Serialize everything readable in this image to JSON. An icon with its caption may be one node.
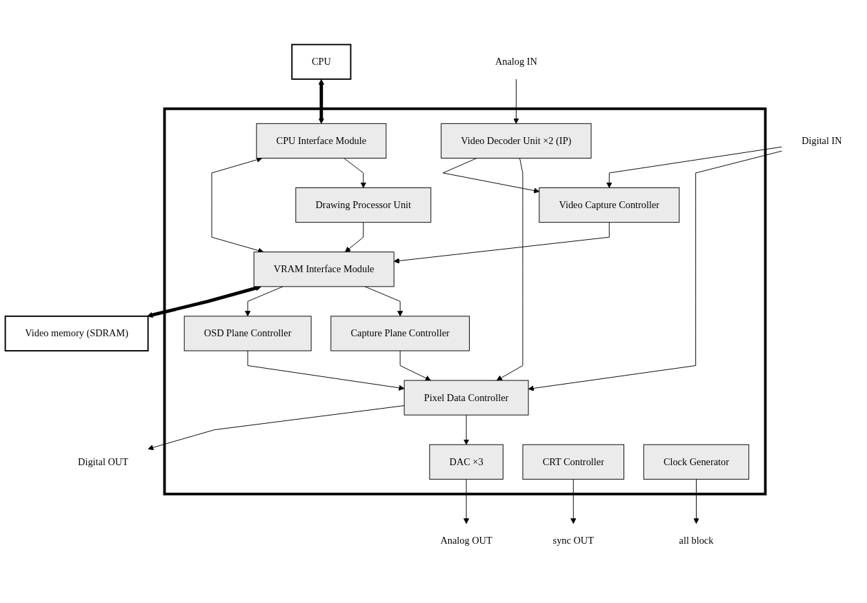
{
  "diagram": {
    "nodes": [
      {
        "text": [
          "CPU"
        ]
      },
      {
        "text": [],
        "shape": "box"
      },
      {
        "text": [
          "CPU Interface Module"
        ],
        "in": 1
      },
      {
        "text": [
          "Digital IN"
        ]
      },
      {
        "text": [
          "Pixel Data Controller"
        ],
        "in": 1
      },
      {
        "text": [
          "DAC ×3"
        ],
        "in": 1
      },
      {
        "text": [
          "Analog OUT"
        ]
      },
      {
        "text": [
          "Video Decoder Unit ×2 (IP)"
        ],
        "in": 1
      },
      {
        "text": [
          "Analog IN"
        ]
      },
      {
        "text": [
          "Digital OUT"
        ]
      },
      {
        "text": [
          "Video Capture Controller"
        ],
        "in": 1
      },
      {
        "text": [
          "Capture Plane Controller"
        ],
        "in": 1
      },
      {
        "text": [
          "Drawing Processor Unit"
        ],
        "in": 1
      },
      {
        "text": [
          "OSD Plane Controller"
        ],
        "in": 1
      },
      {
        "text": [
          "CRT Controller"
        ],
        "in": 1
      },
      {
        "text": [
          "sync OUT"
        ]
      },
      {
        "text": [
          "Clock Generator"
        ],
        "in": 1
      },
      {
        "text": [
          "all block"
        ]
      },
      {
        "text": [
          "VRAM Interface Module"
        ],
        "in": 1
      },
      {
        "text": [
          "Video memory (SDRAM)"
        ]
      }
    ],
    "edges": [
      {
        "from": 0,
        "to": 2,
        "arrow": "both",
        "style": "thick"
      },
      {
        "from": 3,
        "to": 4,
        "arrow": "to"
      },
      {
        "from": 3,
        "to": 10,
        "arrow": "to"
      },
      {
        "from": 7,
        "to": 4,
        "arrow": "to"
      },
      {
        "from": 8,
        "to": 7,
        "arrow": "to"
      },
      {
        "from": 11,
        "to": 4,
        "arrow": "to"
      },
      {
        "from": 13,
        "to": 4,
        "arrow": "to"
      },
      {
        "from": 4,
        "to": 5,
        "arrow": "to"
      },
      {
        "from": 5,
        "to": 6,
        "arrow": "to"
      },
      {
        "from": 4,
        "to": 9,
        "arrow": "to"
      },
      {
        "from": 7,
        "to": 10,
        "arrow": "to"
      },
      {
        "from": 2,
        "to": 12,
        "arrow": "to"
      },
      {
        "from": 2,
        "to": 18,
        "arrow": "both"
      },
      {
        "from": 10,
        "to": 18,
        "arrow": "to"
      },
      {
        "from": 18,
        "to": 11,
        "arrow": "to"
      },
      {
        "from": 12,
        "to": 18,
        "arrow": "to"
      },
      {
        "from": 18,
        "to": 13,
        "arrow": "to"
      },
      {
        "from": 14,
        "to": 15,
        "arrow": "to"
      },
      {
        "from": 16,
        "to": 17,
        "arrow": "to"
      },
      {
        "from": 18,
        "to": 19,
        "arrow": "both",
        "style": "thick"
      }
    ]
  }
}
